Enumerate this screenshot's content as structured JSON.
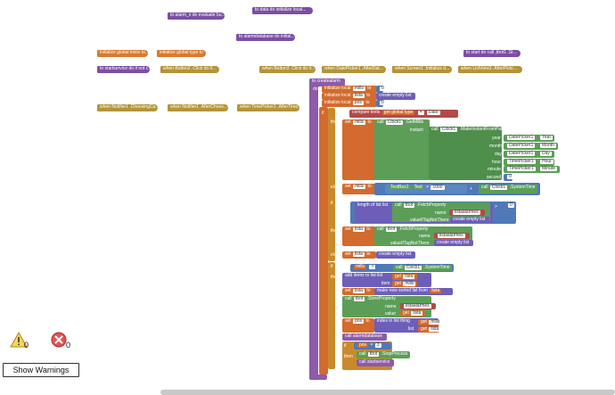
{
  "collapsed_blocks": [
    {
      "label": "to data do initialize local..."
    },
    {
      "label": "to alarm_x do evaluate bu..."
    },
    {
      "label": "to alarmdatabase do initial..."
    },
    {
      "label": "initialize global inicio to..."
    },
    {
      "label": "initialize global type to \" \""
    },
    {
      "label": "to start do call ,tbot1 .St..."
    },
    {
      "label": "to startservice do if not c..."
    },
    {
      "label": "when Button2 .Click do if..."
    },
    {
      "label": "when Button3 .Click do if..."
    },
    {
      "label": "when DatePicker1 .AfterDat..."
    },
    {
      "label": "when Screen1 .Initialize d..."
    },
    {
      "label": "when ListView1 .AfterPicki..."
    },
    {
      "label": "when Notifier1 .ChoosingCa..."
    },
    {
      "label": "when Notifier1 .AfterChoos..."
    },
    {
      "label": "when TimePicker1 .AfterTime..."
    }
  ],
  "main": {
    "header": "to createalarm",
    "do": "do",
    "init1": "initialize local",
    "mills": "mills",
    "to": "to",
    "init2": "initialize local",
    "lista": "lista",
    "init3": "initialize local",
    "pos": "pos",
    "zero": "0",
    "create_empty_list": "create empty list",
    "if": "if",
    "then": "then",
    "else": "else",
    "compare_texts": "compare texts",
    "get_global_type": "get global type",
    "eq": "=",
    "date": "Date",
    "set": "set",
    "call": "call",
    "clock1": "Clock1",
    "getmillis": ".GetMillis",
    "instant": "instant",
    "make_instant": ".MakeInstantFromParts",
    "year": "year",
    "month": "month",
    "day": "day",
    "hour": "hour",
    "minute": "minute",
    "second": "second",
    "datepicker1": "DatePicker1",
    "timepicker1": "TimePicker1",
    "Year": "Year",
    "Month": "Month",
    "Day": "Day",
    "Hour": "Hour",
    "Minute": "Minute",
    "textbox1": "TextBox1",
    "text": "Text",
    "times": "×",
    "n1000": "1000",
    "plus": "+",
    "systemtime": ".SystemTime",
    "length_of_list": "length of list",
    "list": "list",
    "tbot": "tbot",
    "fetchproperty": ".FetchProperty",
    "name": "name",
    "listaalarmes": "listaalarmes",
    "value_if_tag": "valueIfTagNotThere",
    "gt": ">",
    "get": "get",
    "add_items": "add items to list",
    "item": "item",
    "make_sorted": "make new sorted list from",
    "storeproperty": ".StoreProperty",
    "value": "value",
    "index_in_list": "index in list",
    "thing": "thing",
    "alarmdatabase": "alarmdatabase",
    "n3": "3",
    "stopprocess": ".StopProcess",
    "startservice": "startservice"
  },
  "warnings": {
    "count": "0",
    "errors": "0",
    "button": "Show Warnings"
  }
}
